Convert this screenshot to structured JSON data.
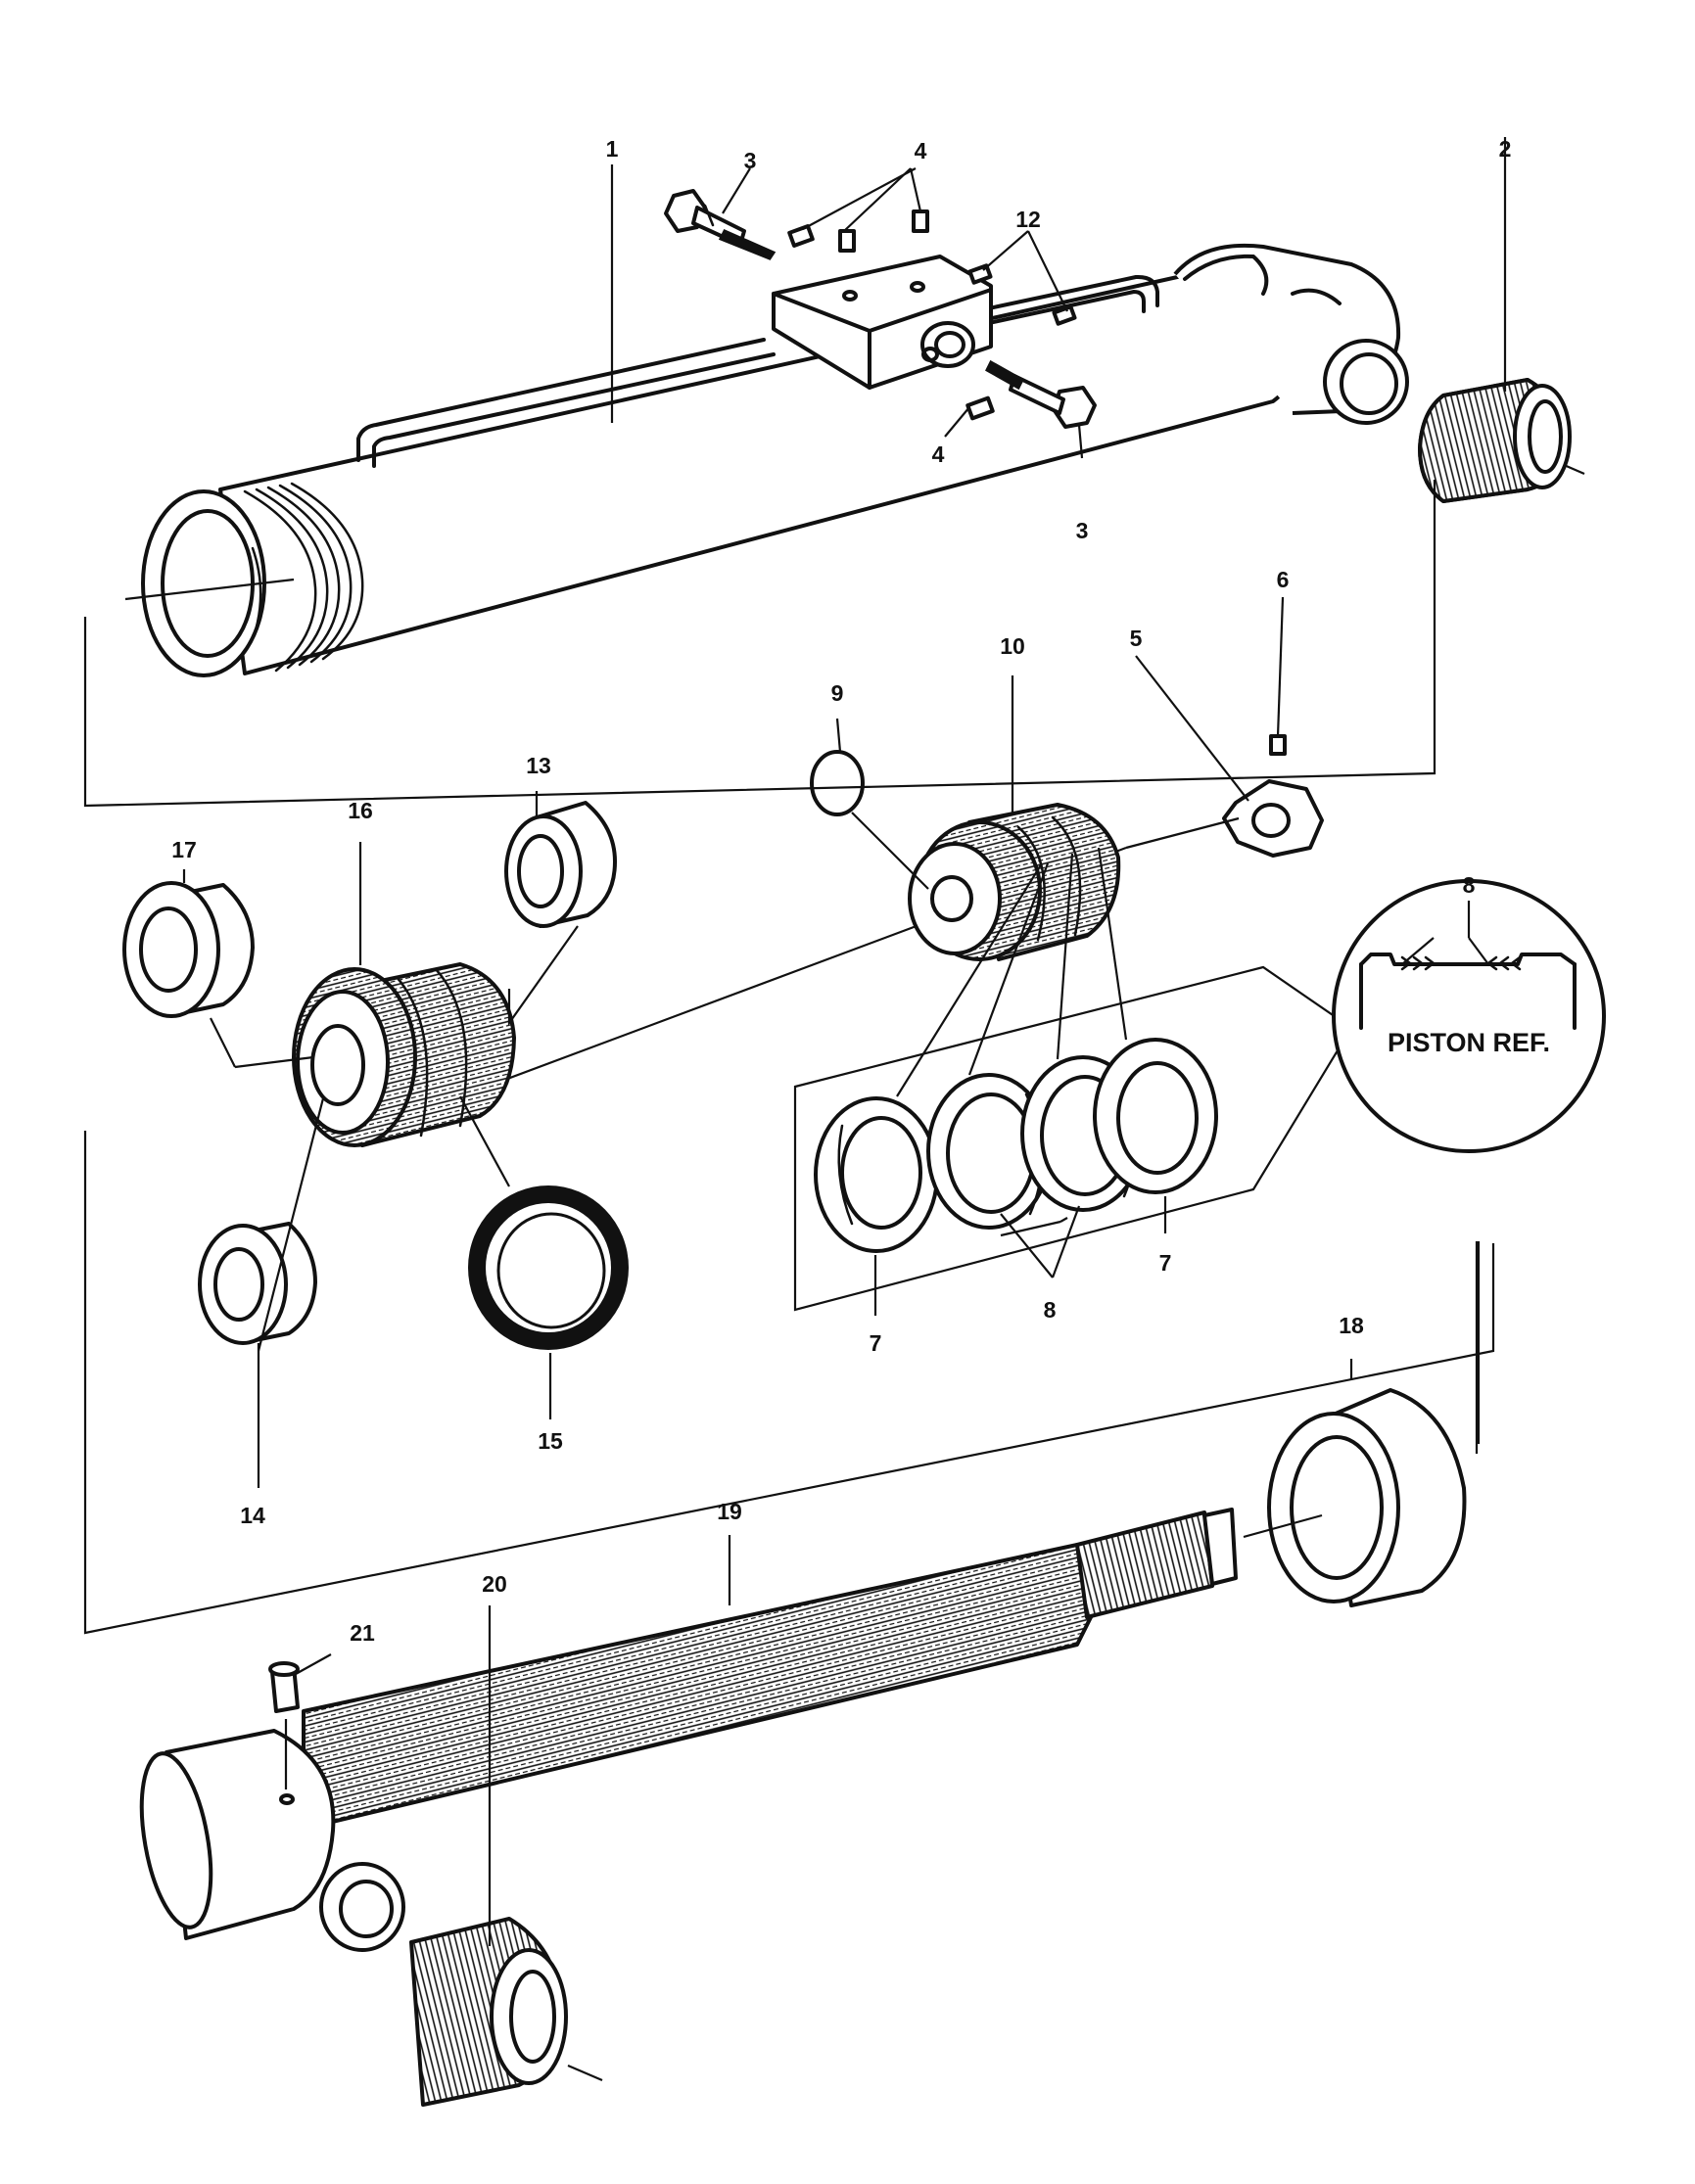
{
  "callouts": {
    "c1": "1",
    "c2": "2",
    "c3a": "3",
    "c3b": "3",
    "c4a": "4",
    "c4b": "4",
    "c5": "5",
    "c6": "6",
    "c7a": "7",
    "c7b": "7",
    "c8a": "8",
    "c8b": "8",
    "c9": "9",
    "c10": "10",
    "c12": "12",
    "c13": "13",
    "c14": "14",
    "c15": "15",
    "c16": "16",
    "c17": "17",
    "c18": "18",
    "c19": "19",
    "c20": "20",
    "c21": "21"
  },
  "detail_inset": {
    "label": "PISTON REF."
  }
}
